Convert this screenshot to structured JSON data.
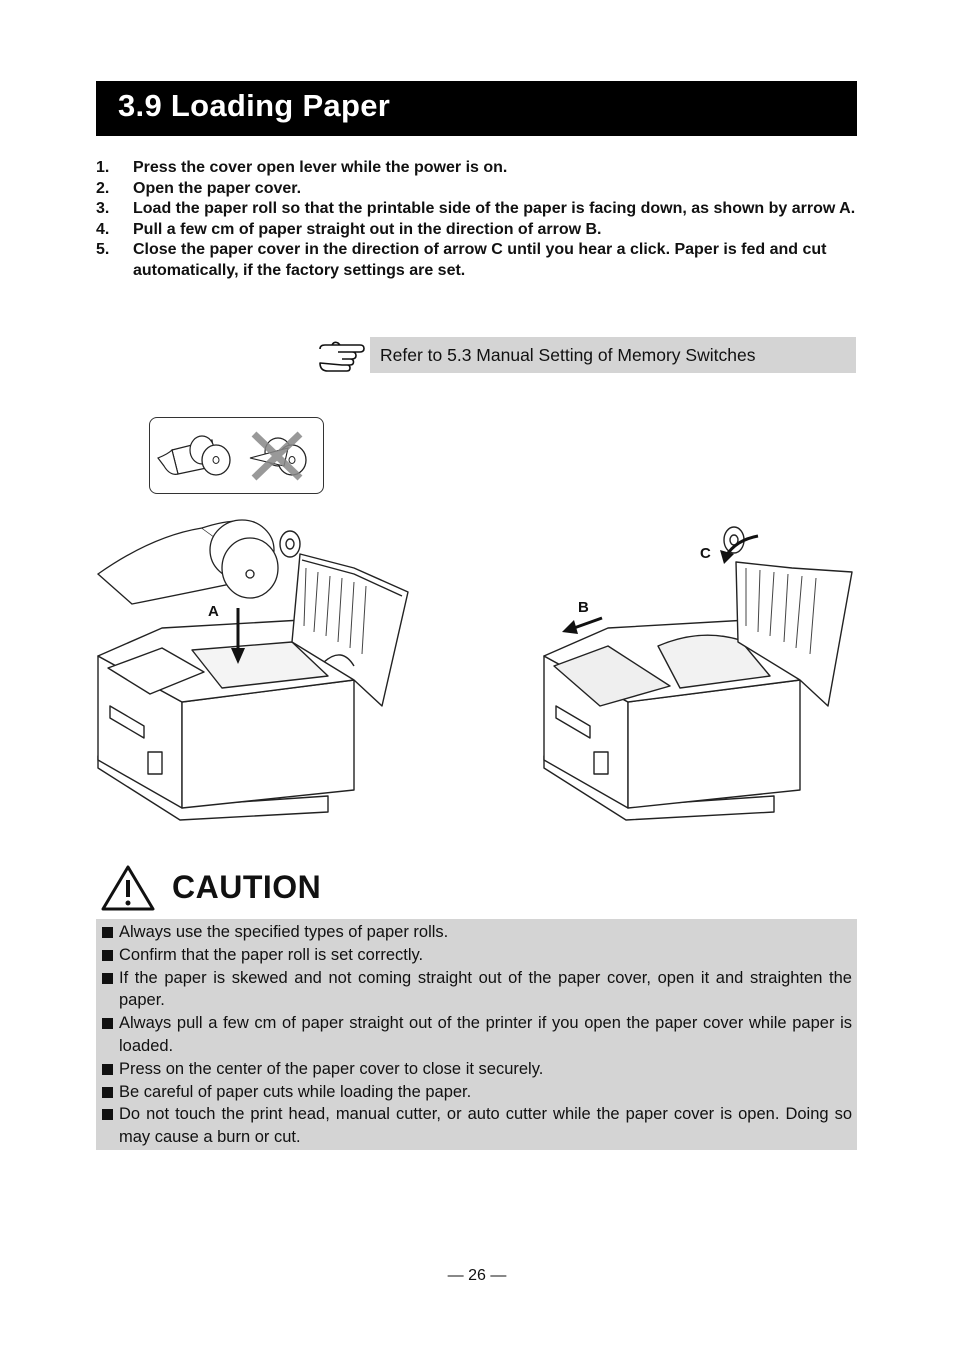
{
  "title": "3.9  Loading Paper",
  "steps": [
    {
      "num": "1.",
      "text": "Press the cover open lever while the power is on."
    },
    {
      "num": "2.",
      "text": "Open the paper cover."
    },
    {
      "num": "3.",
      "text": "Load the paper roll so that the printable side of the paper is facing down, as shown by arrow A."
    },
    {
      "num": "4.",
      "text": "Pull a few cm of paper straight out in the direction of arrow B."
    },
    {
      "num": "5.",
      "text": "Close the paper cover in the direction of arrow C until you hear a click. Paper is fed and cut automatically, if the factory settings are set."
    }
  ],
  "refer": {
    "icon": "pointing-hand-icon",
    "text": "Refer to 5.3 Manual Setting of Memory Switches"
  },
  "figures": {
    "label_a": "A",
    "label_b": "B",
    "label_c": "C"
  },
  "caution": {
    "icon": "warning-triangle-icon",
    "heading": "CAUTION",
    "items": [
      "Always use the specified types of paper rolls.",
      "Confirm that the paper roll is set correctly.",
      "If the paper is skewed and not coming straight out of the paper cover, open it and straighten the paper.",
      "Always pull a few cm of paper straight out of the printer if you open the paper cover while paper is loaded.",
      "Press on the center of the paper cover to close it securely.",
      "Be careful of paper cuts while loading the paper.",
      "Do not touch the print head, manual cutter, or auto cutter while the paper cover is open. Doing so may cause a burn or cut."
    ]
  },
  "page_number": "— 26 —"
}
